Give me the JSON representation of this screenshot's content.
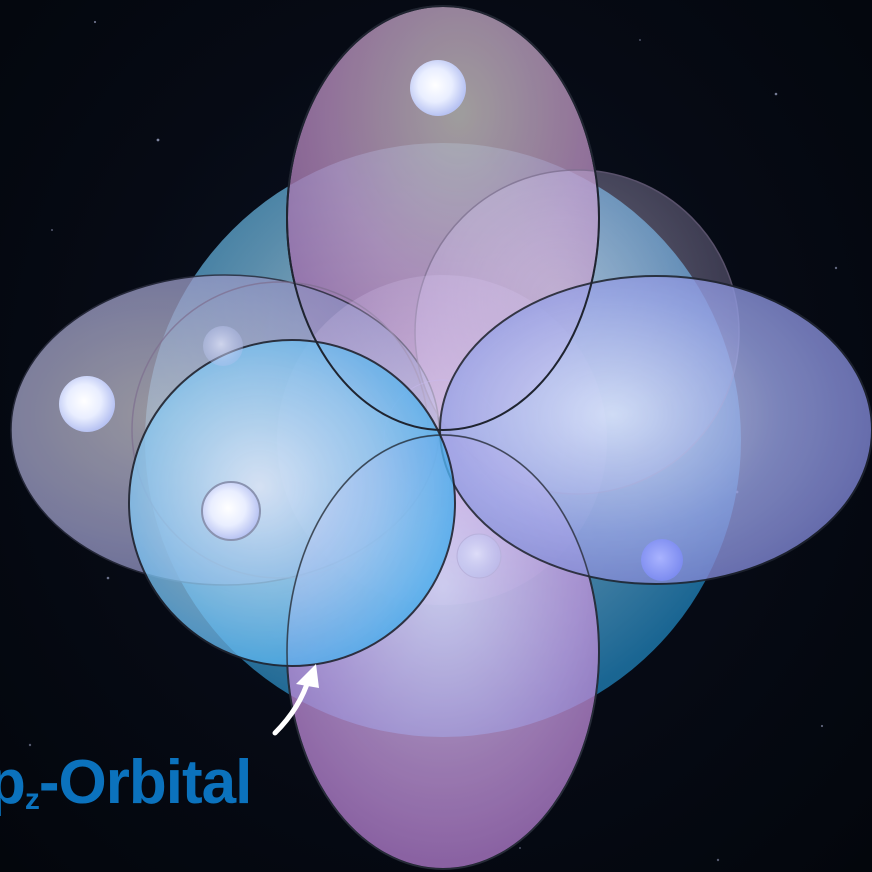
{
  "label": {
    "prefix": "p",
    "subscript": "z",
    "suffix": "-Orbital"
  },
  "colors": {
    "background": "#05080f",
    "label_text": "#0b72bd",
    "arrow": "#ffffff",
    "outline": "#1f2430",
    "sphere_blue": "#4ab1ea",
    "lobe_pink": "#c58fd6",
    "lobe_lavender": "#a9a8e6",
    "electron": "#e6ecff"
  }
}
